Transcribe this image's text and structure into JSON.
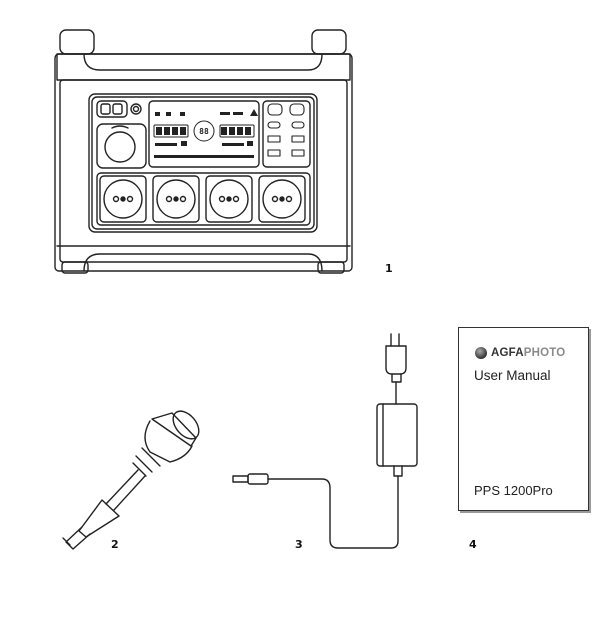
{
  "labels": {
    "station": "1",
    "car_adapter": "2",
    "power_adapter": "3",
    "manual": "4"
  },
  "manual": {
    "brand_a": "AGFA",
    "brand_b": "PHOTO",
    "title": "User Manual",
    "model": "PPS 1200Pro"
  },
  "station_display": {
    "center_readout": "88"
  },
  "colors": {
    "line": "#222222",
    "device_fill": "#ffffff",
    "manual_shadow": "#9a9a9a"
  }
}
